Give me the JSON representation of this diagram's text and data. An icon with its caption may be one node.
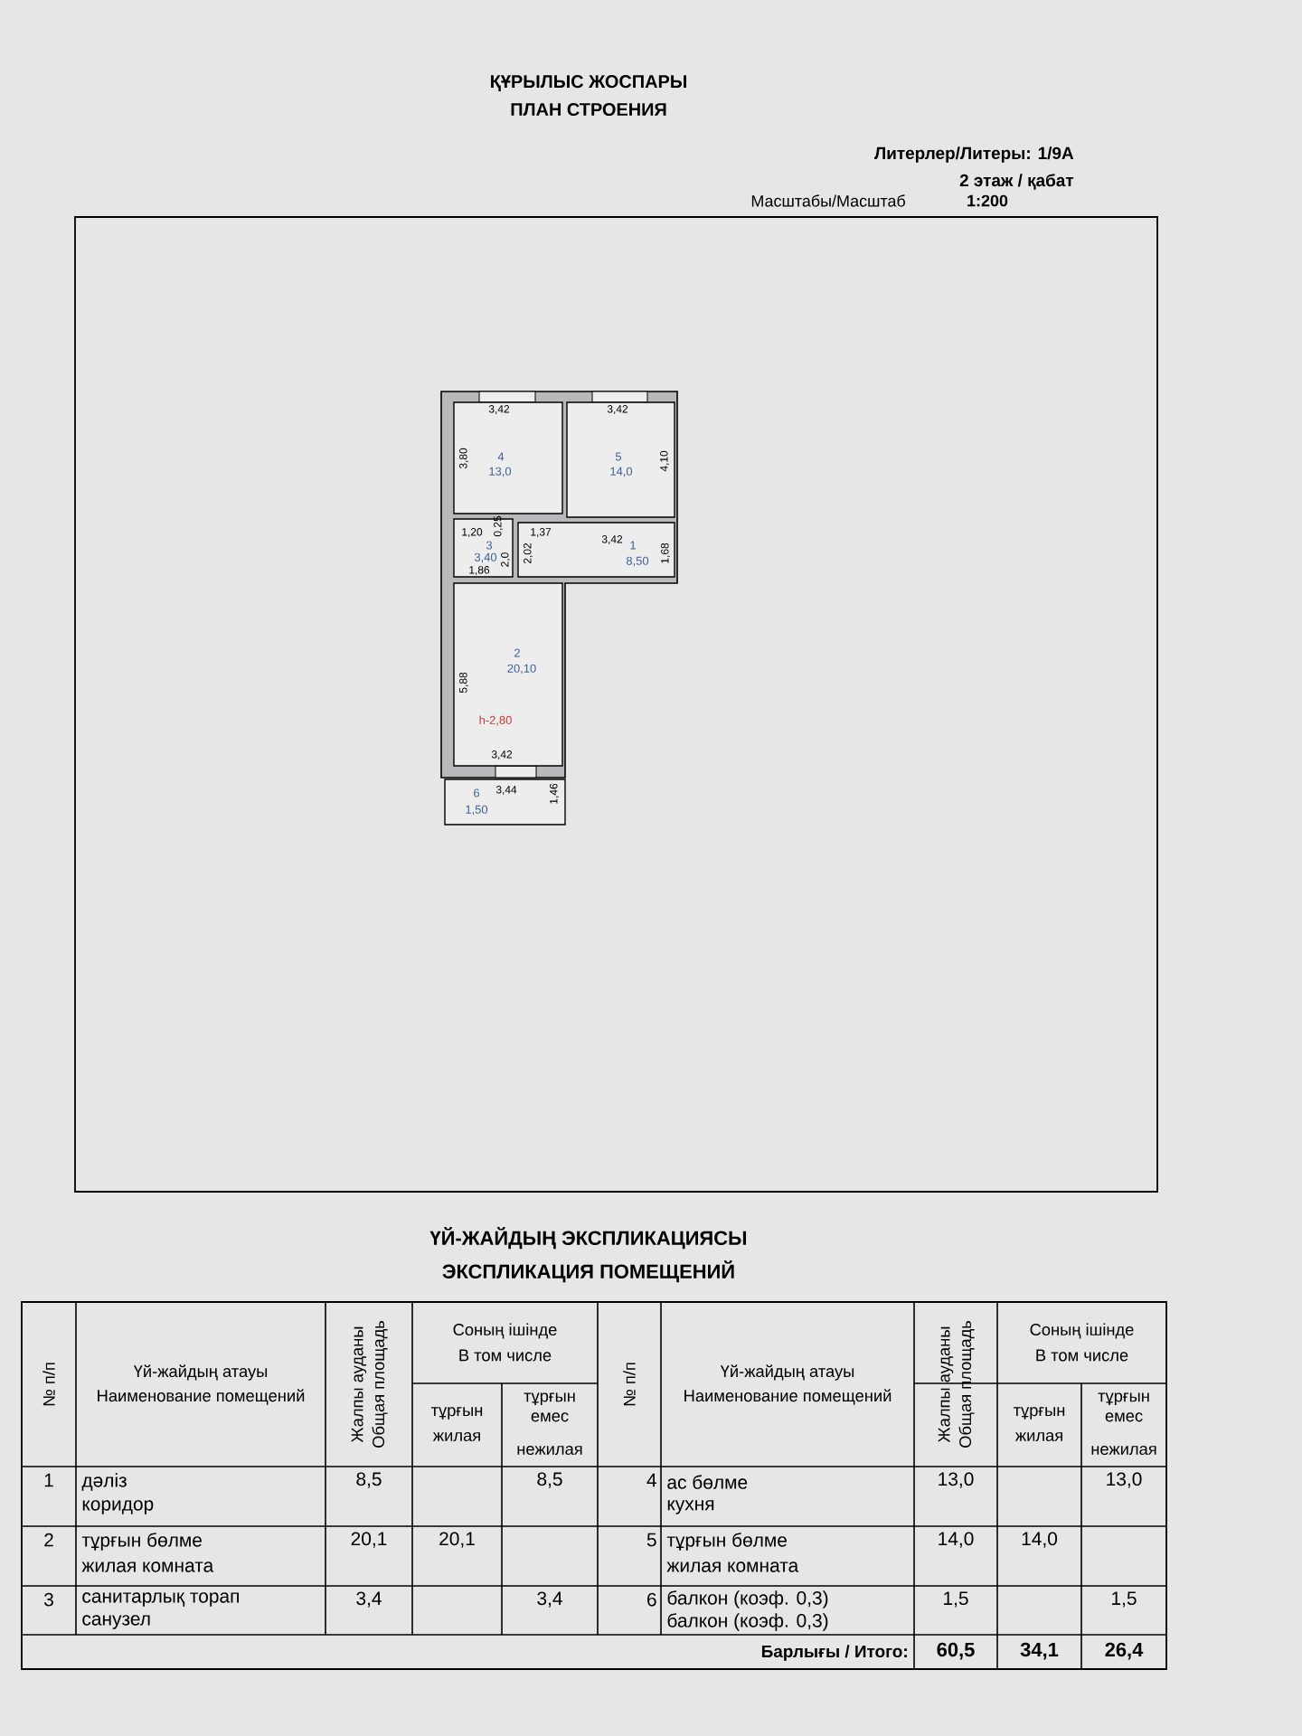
{
  "diagram": {
    "nodes": [
      {
        "text": [
          "4",
          "13,0"
        ]
      },
      {
        "text": [
          "5",
          "14,0"
        ]
      },
      {
        "text": [
          "3",
          "3,40"
        ]
      },
      {
        "text": [
          "1",
          "8,50"
        ]
      },
      {
        "text": [
          "2",
          "20,10"
        ]
      },
      {
        "text": [
          "6",
          "1,50"
        ]
      }
    ],
    "labels": [
      "ҚҰРЫЛЫС ЖОСПАРЫ",
      "ПЛАН СТРОЕНИЯ",
      "Литерлер/Литеры: 1/9А",
      "2 этаж / қабат",
      "Масштабы/Масштаб",
      "1:200",
      "3,42",
      "3,80",
      "3,42",
      "4,10",
      "1,20",
      "0,25",
      "1,37",
      "3,42",
      "2,0",
      "2,02",
      "1,68",
      "1,86",
      "5,88",
      "h-2,80",
      "3,42",
      "3,44",
      "1,46",
      "ҮЙ-ЖАЙДЫҢ ЭКСПЛИКАЦИЯСЫ",
      "ЭКСПЛИКАЦИЯ ПОМЕЩЕНИЙ",
      "№ п/п",
      "Үй-жайдың атауы",
      "Наименование помещений",
      "Жалпы ауданы",
      "Общая площадь",
      "Соның ішінде",
      "В том числе",
      "тұрғын",
      "жилая",
      "тұрғын емес",
      "нежилая",
      "№ п/п",
      "Үй-жайдың атауы",
      "Наименование помещений",
      "Жалпы ауданы",
      "Общая площадь",
      "Соның ішінде",
      "В том числе",
      "тұрғын",
      "жилая",
      "тұрғын емес",
      "нежилая",
      "1",
      "дәліз",
      "коридор",
      "8,5",
      "8,5",
      "4",
      "ас бөлме",
      "кухня",
      "13,0",
      "13,0",
      "2",
      "тұрғын бөлме",
      "жилая комната",
      "20,1",
      "20,1",
      "5",
      "тұрғын бөлме",
      "жилая комната",
      "14,0",
      "14,0",
      "3",
      "санитарлық торап",
      "санузел",
      "3,4",
      "3,4",
      "6",
      "балкон (коэф. 0,3)",
      "балкон (коэф. 0,3)",
      "1,5",
      "1,5",
      "Барлығы / Итого:",
      "60,5",
      "34,1",
      "26,4"
    ]
  }
}
